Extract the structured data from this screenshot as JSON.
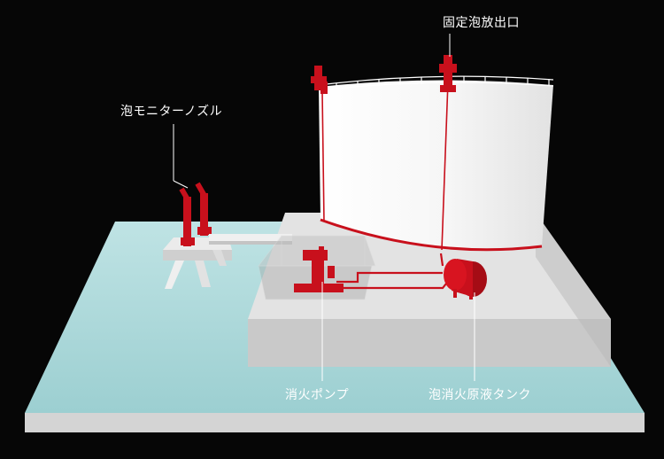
{
  "labels": {
    "fixed_foam_outlet": "固定泡放出口",
    "foam_monitor_nozzle": "泡モニターノズル",
    "fire_pump": "消火ポンプ",
    "foam_concentrate_tank": "泡消火原液タンク"
  },
  "colors": {
    "background": "#060606",
    "equipment": "#c8101c",
    "ground": "#a7d6d8",
    "concrete": "#d9d9d9",
    "tank": "#f7f7f7"
  }
}
